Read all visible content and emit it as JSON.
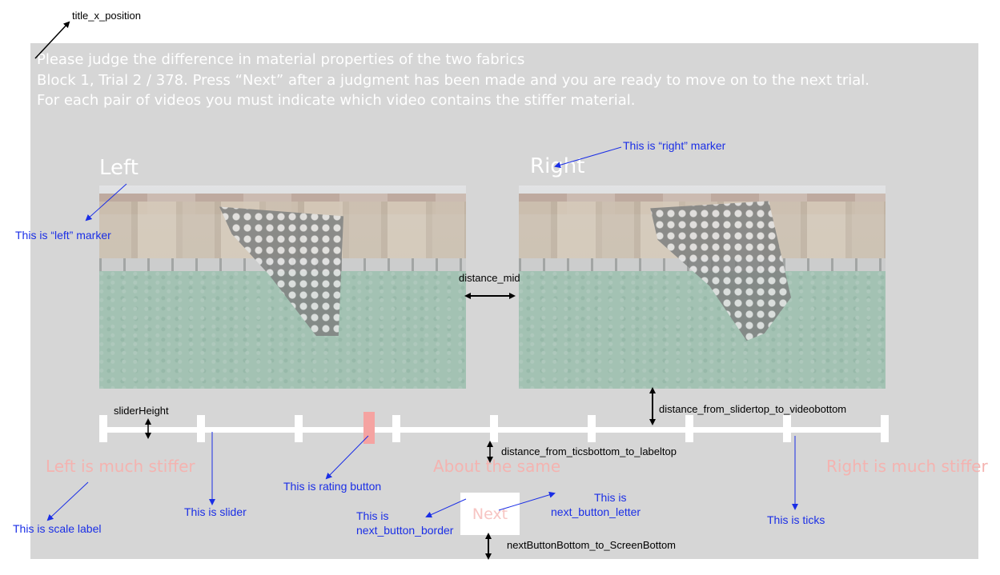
{
  "instructions": {
    "line1": "Please judge the difference in material properties of the two fabrics",
    "line2": "Block 1, Trial 2 / 378. Press “Next” after a judgment has been made and you are ready to move on to the next trial.",
    "line3": "For each pair of videos you must indicate which video contains the stiffer material."
  },
  "markers": {
    "left": "Left",
    "right": "Right"
  },
  "scale_labels": {
    "left": "Left is much stiffer",
    "middle": "About the same",
    "right": "Right is much stiffer"
  },
  "slider": {
    "tick_count": 9,
    "rating_position_fraction": 0.34
  },
  "next_button": {
    "label": "Next"
  },
  "annotations": {
    "title_x_position": "title_x_position",
    "right_marker": "This is “right” marker",
    "left_marker": "This is “left” marker",
    "distance_mid": "distance_mid",
    "distance_slider_video": "distance_from_slidertop_to_videobottom",
    "slider_height": "sliderHeight",
    "distance_tics_label": "distance_from_ticsbottom_to_labeltop",
    "rating_button": "This is rating button",
    "slider": "This is slider",
    "scale_label": "This is scale label",
    "next_border_line1": "This is",
    "next_border_line2": "next_button_border",
    "next_letter_line1": "This is",
    "next_letter_line2": "next_button_letter",
    "ticks": "This is ticks",
    "next_bottom": "nextButtonBottom_to_ScreenBottom"
  },
  "colors": {
    "screen_bg": "#d6d6d6",
    "scale_label": "#f4b3b0",
    "rating_button": "#f5a3a1",
    "annotation_blue": "#1a2ee6"
  }
}
